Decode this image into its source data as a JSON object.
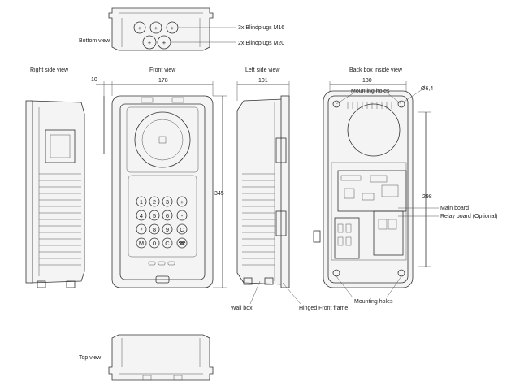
{
  "views": {
    "bottom": "Bottom view",
    "right_side": "Right side view",
    "front": "Front view",
    "left_side": "Left side view",
    "back_box_inside": "Back box inside view",
    "top": "Top view"
  },
  "callouts": {
    "blindplugs_m16": "3x Blindplugs M16",
    "blindplugs_m20": "2x Blindplugs M20",
    "mounting_holes_top": "Mounting holes",
    "mounting_holes_bottom": "Mounting holes",
    "main_board": "Main board",
    "relay_board": "Relay board (Optional)",
    "wall_box": "Wall box",
    "hinged_front_frame": "Hinged Front frame"
  },
  "dimensions": {
    "side_depth": "10",
    "front_width": "178",
    "left_depth": "101",
    "back_width": "130",
    "hole_diameter": "Ø6,4",
    "front_height": "345",
    "back_height": "298"
  },
  "keypad": [
    "1",
    "2",
    "3",
    "+",
    "4",
    "5",
    "6",
    "-",
    "7",
    "8",
    "9",
    "C",
    "M",
    "0",
    "C",
    "☎"
  ]
}
